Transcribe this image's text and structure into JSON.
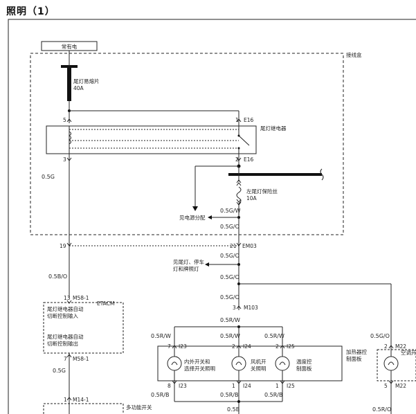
{
  "title": "照明（1）",
  "labels": {
    "always_on": "常有电",
    "junction_box": "接线盒",
    "tail_fuse_name": "尾灯易熔片",
    "tail_fuse_rating": "40A",
    "tail_relay": "尾灯继电器",
    "left_fuse_name": "左尾灯保险丝",
    "left_fuse_rating": "10A",
    "see_power_dist": "见电源分配",
    "see_tail_stop_1": "见尾灯、停车",
    "see_tail_stop_2": "灯和牌照灯",
    "etacm": "ETACM",
    "etacm_in_1": "尾灯继电器自动",
    "etacm_in_2": "切断控制输入",
    "etacm_out_1": "尾灯继电器自动",
    "etacm_out_2": "切断控制输出",
    "multi_switch": "多功能开关",
    "heater_panel_1": "加热器控",
    "heater_panel_2": "制面板",
    "ac_label": "空调开",
    "lamp1_1": "内外开关和",
    "lamp1_2": "选择开关照明",
    "lamp2_1": "风机开",
    "lamp2_2": "关照明",
    "lamp3_1": "温度控",
    "lamp3_2": "制面板"
  },
  "wires": {
    "w05G_a": "0.5G",
    "w05GW": "0.5G/W",
    "w05GO_a": "0.5G/O",
    "w05BO": "0.5B/O",
    "w05GO_b": "0.5G/O",
    "w05GO_c": "0.5G/O",
    "w05GO_d": "0.5G/O",
    "w05RW_a": "0.5R/W",
    "w05RW_b": "0.5R/W",
    "w05RW_c": "0.5R/W",
    "w05RW_d": "0.5R/W",
    "w05G_b": "0.5G",
    "w05GO_e": "0.5G/O",
    "w05RB_a": "0.5R/B",
    "w05RB_b": "0.5R/B",
    "w05RB_c": "0.5R/B",
    "w05B": "0.5B",
    "w05RO": "0.5R/O"
  },
  "pins": {
    "p5": "5",
    "p1": "1",
    "pE16a": "E16",
    "p3": "3",
    "p2": "2",
    "pE16b": "E16",
    "p19": "19",
    "p21": "21",
    "pEM03": "EM03",
    "p13": "13",
    "pM58a": "M58-1",
    "p7a": "7",
    "pM58b": "M58-1",
    "p1b": "1",
    "pM14": "M14-1",
    "p3b": "3",
    "pM103": "M103",
    "p7b": "7",
    "pI23a": "I23",
    "p2b": "2",
    "pI24a": "I24",
    "p2c": "2",
    "pI25a": "I25",
    "p8": "8",
    "pI23b": "I23",
    "p1c": "1",
    "pI24b": "I24",
    "p1d": "1",
    "pI25b": "I25",
    "p2d": "2",
    "pM22a": "M22",
    "p5b": "5",
    "pM22b": "M22"
  }
}
